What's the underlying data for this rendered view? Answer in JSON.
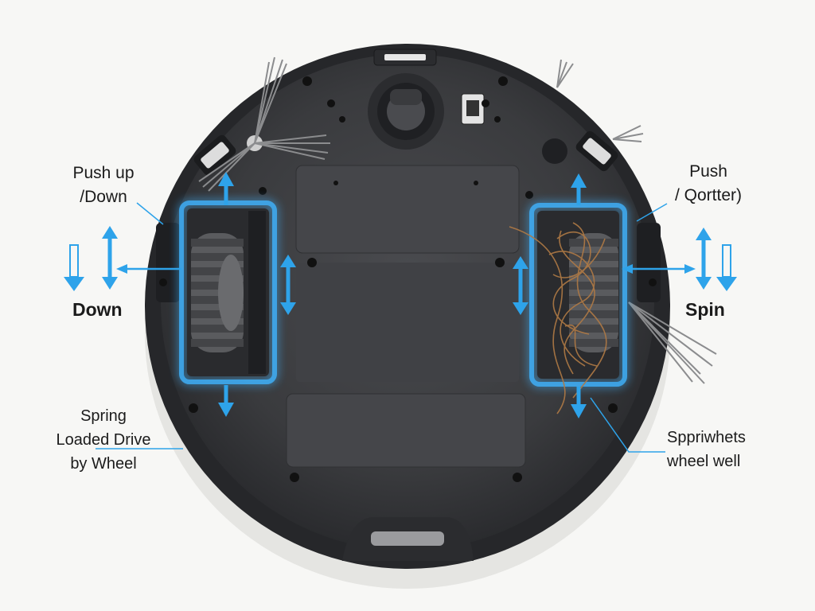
{
  "labels": {
    "push_up_down": [
      "Push up",
      "/Down"
    ],
    "down": "Down",
    "spring_loaded": [
      "Spring",
      "Loaded Drive",
      "by Wheel"
    ],
    "push_right": [
      "Push",
      "/ Qortter)"
    ],
    "spin": "Spin",
    "spring_wheel_well": [
      "Sppriwhets",
      "wheel well"
    ]
  },
  "colors": {
    "background": "#f7f7f5",
    "robot_body": "#3a3b3e",
    "robot_rim": "#26272a",
    "panel": "#45464a",
    "wheel": "#5a5b5e",
    "accent_blue": "#2ea3ea",
    "glow_blue": "#3fb4ff",
    "hair": "#b07a45"
  },
  "icons": [
    "up-arrow-icon",
    "down-arrow-icon",
    "double-arrow-icon",
    "side-brush-icon",
    "caster-wheel-icon"
  ]
}
